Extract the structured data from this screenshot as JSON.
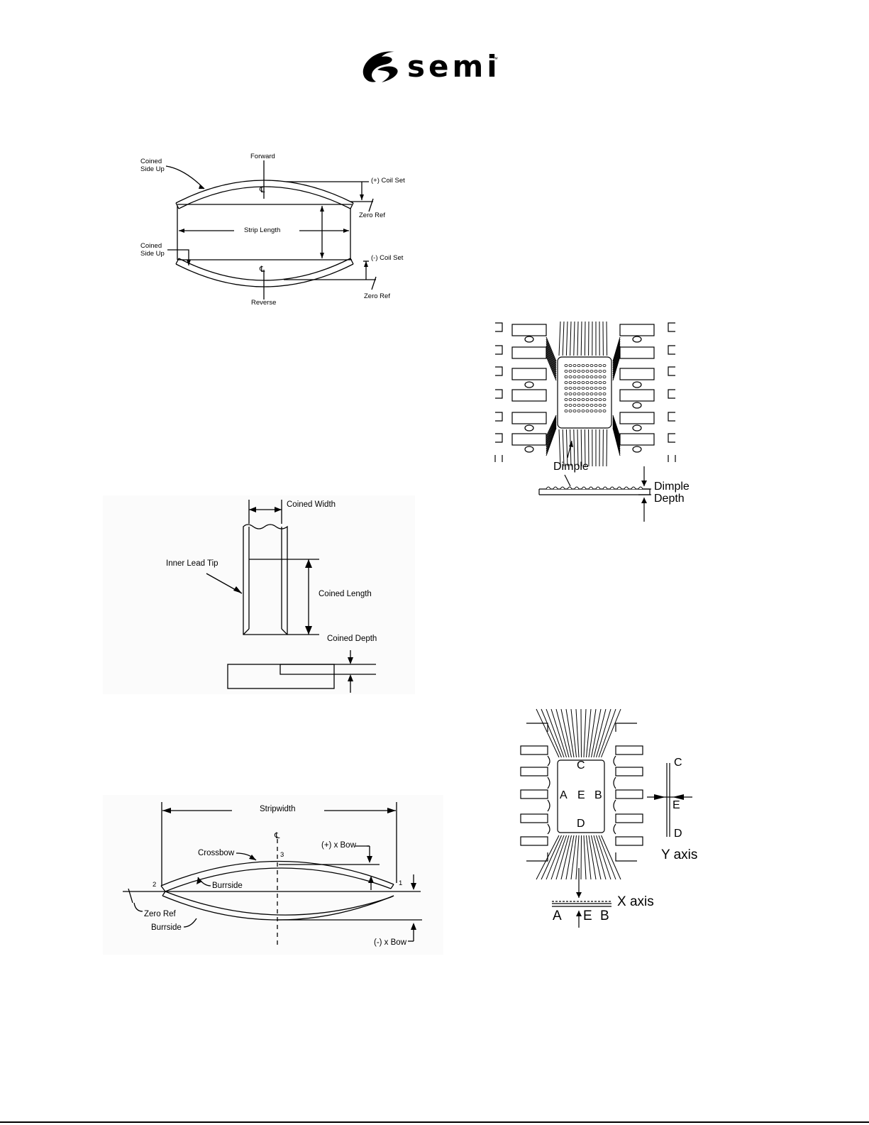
{
  "logo": {
    "text": "semi",
    "tm": "™"
  },
  "fig_coil_set": {
    "coined_side_up_top": [
      "Coined",
      "Side Up"
    ],
    "forward": "Forward",
    "plus_coil_set": "(+) Coil Set",
    "zero_ref_top": "Zero Ref",
    "strip_length": "Strip Length",
    "coined_side_up_bottom": [
      "Coined",
      "Side Up"
    ],
    "minus_coil_set": "(-) Coil Set",
    "reverse": "Reverse",
    "zero_ref_bottom": "Zero Ref"
  },
  "fig_coining": {
    "coined_width": "Coined Width",
    "inner_lead_tip": "Inner Lead Tip",
    "coined_length": "Coined Length",
    "coined_depth": "Coined Depth"
  },
  "fig_crossbow": {
    "stripwidth": "Stripwidth",
    "crossbow": "Crossbow",
    "plus_x_bow": "(+) x Bow",
    "point_3": "3",
    "point_2": "2",
    "point_1": "1",
    "burrside_top": "Burrside",
    "zero_ref": "Zero Ref",
    "burrside_bottom": "Burrside",
    "minus_x_bow": "(-) x Bow"
  },
  "fig_dimple": {
    "dimple": "Dimple",
    "dimple_depth": [
      "Dimple",
      "Depth"
    ]
  },
  "fig_flatness": {
    "c": "C",
    "a": "A",
    "e": "E",
    "b": "B",
    "d": "D",
    "y_c": "C",
    "y_e": "E",
    "y_d": "D",
    "y_axis": "Y axis",
    "x_axis": "X axis",
    "x_a": "A",
    "x_e": "E",
    "x_b": "B"
  }
}
